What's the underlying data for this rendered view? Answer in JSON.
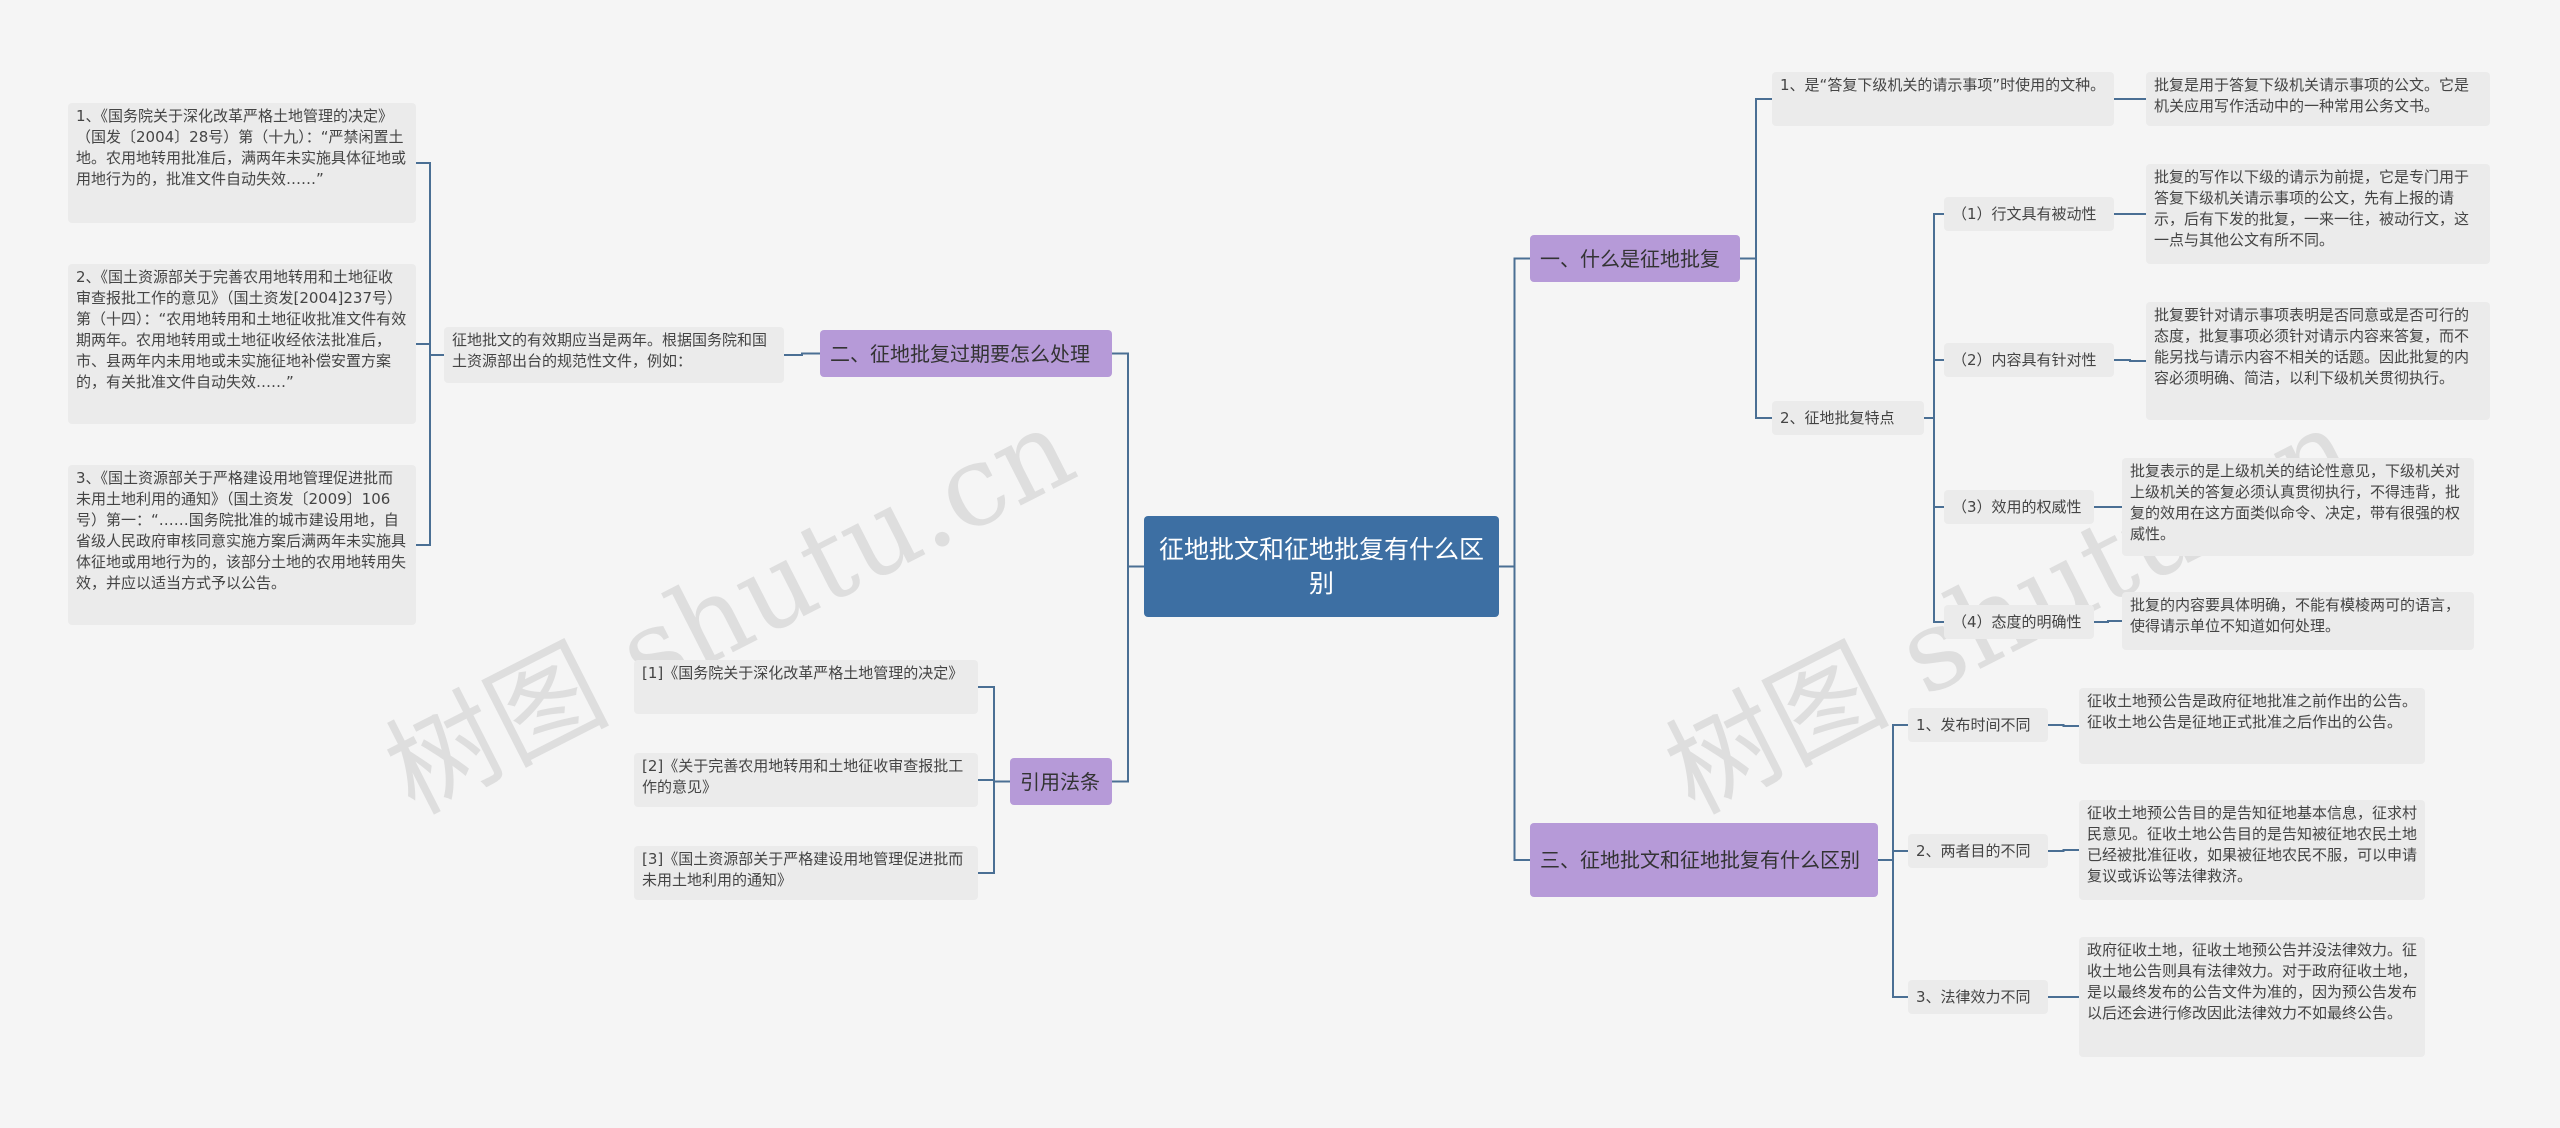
{
  "root": "征地批文和征地批复有什么区别",
  "right": {
    "b1": {
      "label": "一、什么是征地批复",
      "c1": "1、是“答复下级机关的请示事项”时使用的文种。",
      "c1_detail": "批复是用于答复下级机关请示事项的公文。它是机关应用写作活动中的一种常用公务文书。",
      "c2": "2、征地批复特点",
      "features": [
        {
          "label": "（1）行文具有被动性",
          "detail": "批复的写作以下级的请示为前提，它是专门用于答复下级机关请示事项的公文，先有上报的请示，后有下发的批复，一来一往，被动行文，这一点与其他公文有所不同。"
        },
        {
          "label": "（2）内容具有针对性",
          "detail": "批复要针对请示事项表明是否同意或是否可行的态度，批复事项必须针对请示内容来答复，而不能另找与请示内容不相关的话题。因此批复的内容必须明确、简洁，以利下级机关贯彻执行。"
        },
        {
          "label": "（3）效用的权威性",
          "detail": "批复表示的是上级机关的结论性意见，下级机关对上级机关的答复必须认真贯彻执行，不得违背，批复的效用在这方面类似命令、决定，带有很强的权威性。"
        },
        {
          "label": "（4）态度的明确性",
          "detail": "批复的内容要具体明确，不能有模棱两可的语言，使得请示单位不知道如何处理。"
        }
      ]
    },
    "b3": {
      "label": "三、征地批文和征地批复有什么区别",
      "items": [
        {
          "label": "1、发布时间不同",
          "detail": "征收土地预公告是政府征地批准之前作出的公告。征收土地公告是征地正式批准之后作出的公告。"
        },
        {
          "label": "2、两者目的不同",
          "detail": "征收土地预公告目的是告知征地基本信息，征求村民意见。征收土地公告目的是告知被征地农民土地已经被批准征收，如果被征地农民不服，可以申请复议或诉讼等法律救济。"
        },
        {
          "label": "3、法律效力不同",
          "detail": "政府征收土地，征收土地预公告并没法律效力。征收土地公告则具有法律效力。对于政府征收土地，是以最终发布的公告文件为准的，因为预公告发布以后还会进行修改因此法律效力不如最终公告。"
        }
      ]
    }
  },
  "left": {
    "b2": {
      "label": "二、征地批复过期要怎么处理",
      "summary": "征地批文的有效期应当是两年。根据国务院和国土资源部出台的规范性文件，例如：",
      "laws": [
        "1、《国务院关于深化改革严格土地管理的决定》（国发〔2004〕28号）第（十九）：“严禁闲置土地。农用地转用批准后，满两年未实施具体征地或用地行为的，批准文件自动失效……”",
        "2、《国土资源部关于完善农用地转用和土地征收审查报批工作的意见》（国土资发[2004]237号）第（十四）：“农用地转用和土地征收批准文件有效期两年。农用地转用或土地征收经依法批准后，市、县两年内未用地或未实施征地补偿安置方案的，有关批准文件自动失效……”",
        "3、《国土资源部关于严格建设用地管理促进批而未用土地利用的通知》（国土资发〔2009〕106号）第一：“……国务院批准的城市建设用地，自省级人民政府审核同意实施方案后满两年未实施具体征地或用地行为的，该部分土地的农用地转用失效，并应以适当方式予以公告。"
      ]
    },
    "b4": {
      "label": "引用法条",
      "refs": [
        "[1]《国务院关于深化改革严格土地管理的决定》",
        "[2]《关于完善农用地转用和土地征收审查报批工作的意见》",
        "[3]《国土资源部关于严格建设用地管理促进批而未用土地利用的通知》"
      ]
    }
  },
  "watermarks": [
    "树图 shutu.cn",
    "树图 shutu.cn"
  ],
  "colors": {
    "line": "#4a6f94",
    "root": "#3d6fa3",
    "branch": "#b69ad8",
    "leaf": "#ebebeb",
    "background": "#f5f5f5"
  }
}
